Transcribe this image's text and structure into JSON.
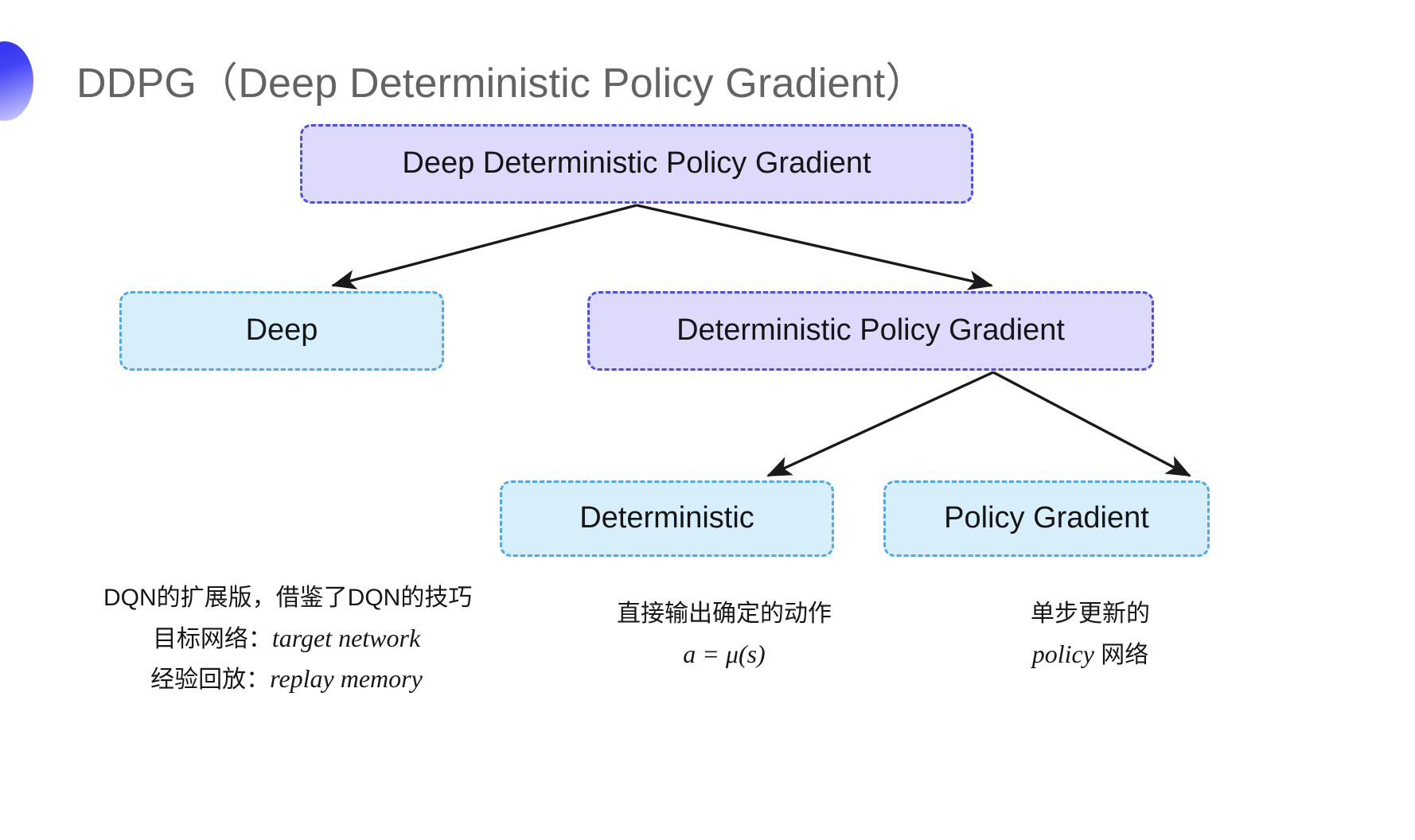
{
  "slide": {
    "title": "DDPG（Deep Deterministic Policy Gradient）",
    "title_color": "#636363",
    "background": "#ffffff",
    "decoration": "blue-gradient-half-circle"
  },
  "colors": {
    "purple_fill": "#dedafb",
    "purple_border": "#4d4de8",
    "blue_fill": "#d7eefb",
    "blue_border": "#54a9e0",
    "arrow": "#1a1a1a"
  },
  "diagram": {
    "type": "tree",
    "nodes": {
      "root": {
        "label": "Deep Deterministic Policy Gradient",
        "style": "purple"
      },
      "deep": {
        "label": "Deep",
        "style": "blue"
      },
      "dpg": {
        "label": "Deterministic Policy Gradient",
        "style": "purple"
      },
      "deterministic": {
        "label": "Deterministic",
        "style": "blue"
      },
      "policy_gradient": {
        "label": "Policy Gradient",
        "style": "blue"
      }
    },
    "edges": [
      {
        "from": "root",
        "to": "deep"
      },
      {
        "from": "root",
        "to": "dpg"
      },
      {
        "from": "dpg",
        "to": "deterministic"
      },
      {
        "from": "dpg",
        "to": "policy_gradient"
      }
    ]
  },
  "annotations": {
    "deep": {
      "line1": "DQN的扩展版，借鉴了DQN的技巧",
      "line2_label": "目标网络：",
      "line2_term": "target network",
      "line3_label": "经验回放：",
      "line3_term": "replay memory"
    },
    "deterministic": {
      "line1": "直接输出确定的动作",
      "formula": "a = μ(s)"
    },
    "policy_gradient": {
      "line1": "单步更新的",
      "line2_term": "policy",
      "line2_suffix": " 网络"
    }
  }
}
